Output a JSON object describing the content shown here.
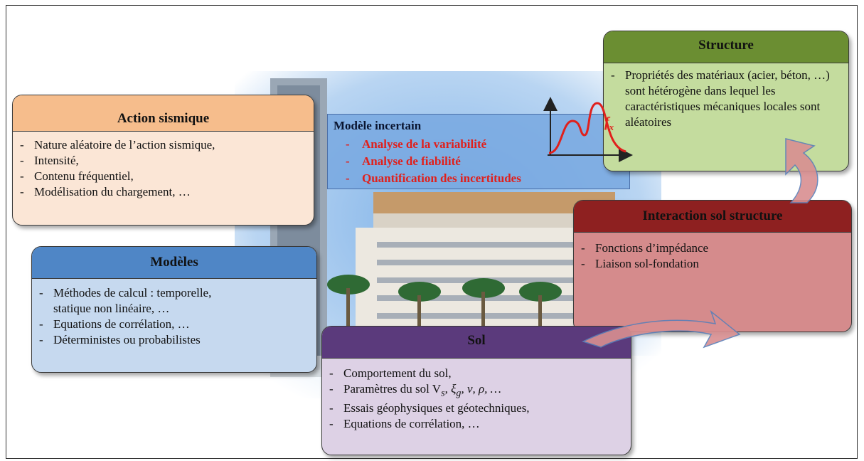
{
  "incertain": {
    "title": "Modèle incertain",
    "items": [
      "Analyse de la variabilité",
      "Analyse de fiabilité",
      "Quantification des incertitudes"
    ],
    "curve_label": "f",
    "curve_subscript": "x"
  },
  "action": {
    "title": "Action sismique",
    "items": [
      "Nature aléatoire de l’action sismique,",
      "Intensité,",
      "Contenu fréquentiel,",
      "Modélisation du chargement, …"
    ]
  },
  "modeles": {
    "title": "Modèles",
    "items": [
      "Méthodes de calcul : temporelle,",
      "statique non linéaire, …",
      "Equations de corrélation, …",
      "Déterministes ou probabilistes"
    ]
  },
  "structure": {
    "title": "Structure",
    "items": [
      "Propriétés des matériaux (acier, béton, …) sont hétérogène dans lequel les caractéristiques mécaniques locales sont aléatoires"
    ]
  },
  "interaction": {
    "title": "Interaction sol structure",
    "items": [
      "Fonctions d’impédance",
      "Liaison sol-fondation"
    ]
  },
  "sol": {
    "title": "Sol",
    "items": [
      "Comportement du sol,",
      "Paramètres du sol V",
      "Essais géophysiques et géotechniques,",
      "Equations de corrélation, …"
    ],
    "params": {
      "vs": "V",
      "vs_sub": "s",
      "xi": "ξ",
      "xi_sub": "g",
      "rest": ", ν, ρ, …"
    }
  },
  "colors": {
    "action_header": "#f6bd8c",
    "modeles_header": "#4f86c6",
    "structure_header": "#6b8e32",
    "interaction_header": "#8e2020",
    "sol_header": "#5b3a7c",
    "red_text": "#e0201c",
    "arrow": "#d98f91"
  }
}
